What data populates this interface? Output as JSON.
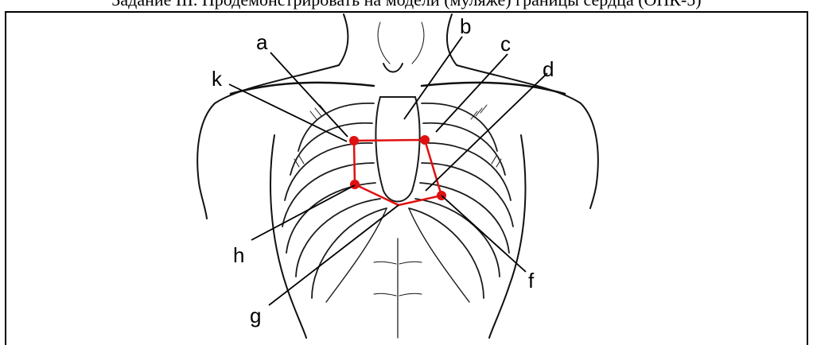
{
  "caption": "Задание III. Продемонстрировать на модели (муляже) границы сердца (ОПК-5)",
  "labels": {
    "a": "a",
    "b": "b",
    "c": "c",
    "d": "d",
    "f": "f",
    "g": "g",
    "h": "h",
    "k": "k"
  },
  "colors": {
    "heart_border": "#e01010",
    "ink": "#111111"
  }
}
